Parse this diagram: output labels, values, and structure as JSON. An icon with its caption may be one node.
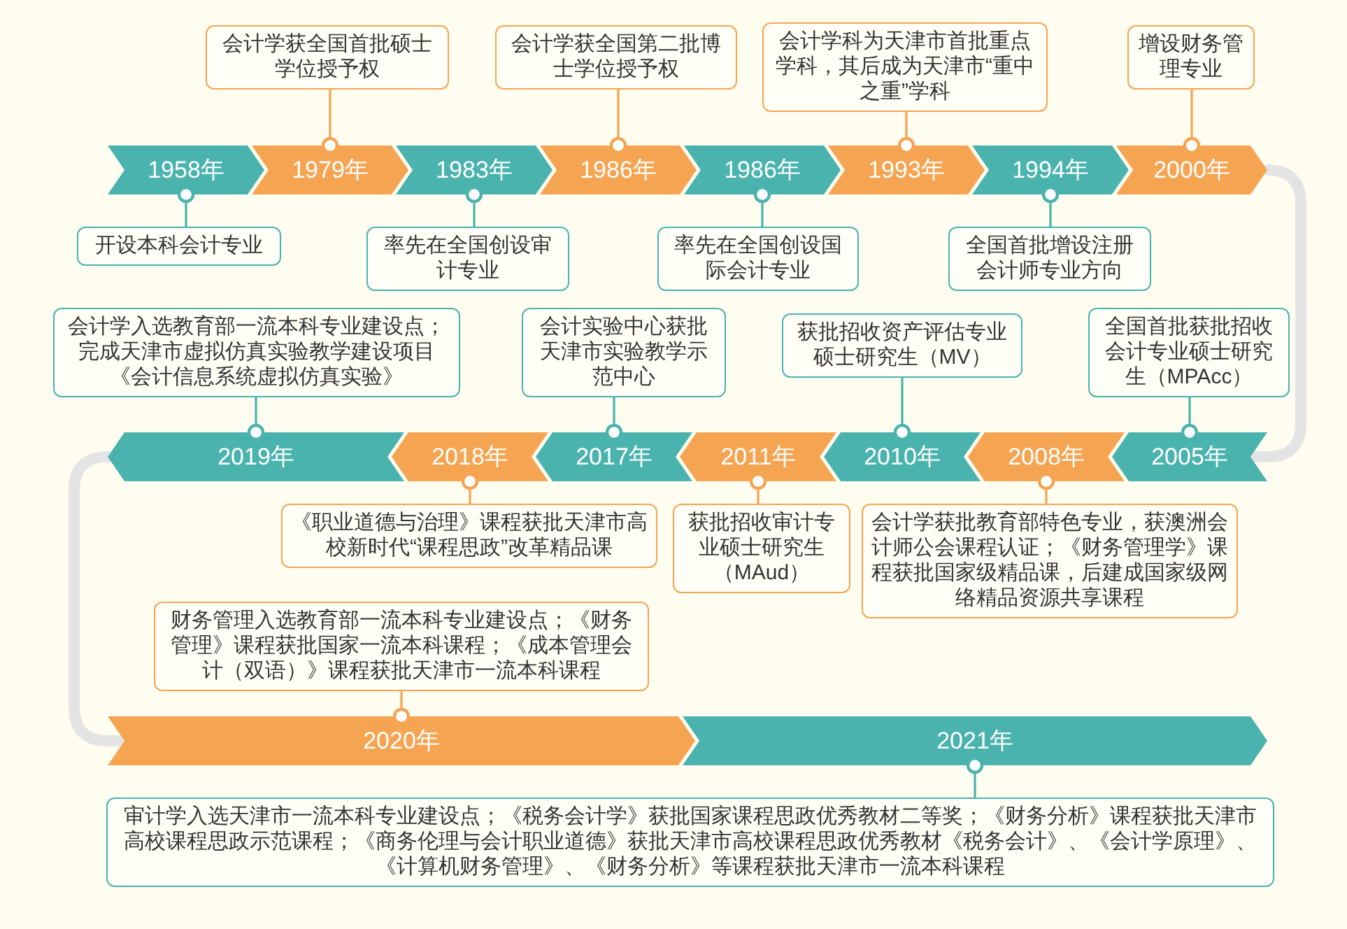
{
  "diagram": {
    "nodes": [
      {
        "text": [
          "会计学获全国首批硕士学位授予权"
        ]
      },
      {
        "text": [
          "会计学获全国第二批博士学位授予权"
        ]
      },
      {
        "text": [
          "会计学科为天津市首批重点学科，其后成为天津市“重中之重”学科"
        ]
      },
      {
        "text": [
          "增设财务管理专业"
        ]
      },
      {
        "text": [
          "1958年"
        ]
      },
      {
        "text": [
          "1979年"
        ]
      },
      {
        "text": [
          "1983年"
        ]
      },
      {
        "text": [
          "1986年"
        ]
      },
      {
        "text": [
          "1986年"
        ]
      },
      {
        "text": [
          "1993年"
        ]
      },
      {
        "text": [
          "1994年"
        ]
      },
      {
        "text": [
          "2000年"
        ]
      },
      {
        "text": [
          "开设本科会计专业"
        ]
      },
      {
        "text": [
          "率先在全国创设审计专业"
        ]
      },
      {
        "text": [
          "率先在全国创设国际会计专业"
        ]
      },
      {
        "text": [
          "全国首批增设注册会计师专业方向"
        ]
      },
      {
        "text": [
          "会计学入选教育部一流本科专业建设点；完成天津市虚拟仿真实验教学建设项目《会计信息系统虚拟仿真实验》"
        ]
      },
      {
        "text": [
          "会计实验中心获批天津市实验教学示范中心"
        ]
      },
      {
        "text": [
          "获批招收资产评估专业硕士研究生（MV）"
        ]
      },
      {
        "text": [
          "全国首批获批招收会计专业硕士研究生（MPAcc）"
        ]
      },
      {
        "text": [
          "2019年"
        ]
      },
      {
        "text": [
          "2018年"
        ]
      },
      {
        "text": [
          "2017年"
        ]
      },
      {
        "text": [
          "2011年"
        ]
      },
      {
        "text": [
          "2010年"
        ]
      },
      {
        "text": [
          "2008年"
        ]
      },
      {
        "text": [
          "2005年"
        ]
      },
      {
        "text": [
          "《职业道德与治理》课程获批天津市高校新时代“课程思政”改革精品课"
        ]
      },
      {
        "text": [
          "获批招收审计专业硕士研究生（MAud）"
        ]
      },
      {
        "text": [
          "会计学获批教育部特色专业，获澳洲会计师公会课程认证；《财务管理学》课程获批国家级精品课，后建成国家级网络精品资源共享课程"
        ]
      },
      {
        "text": [
          "财务管理入选教育部一流本科专业建设点；《财务管理》课程获批国家一流本科课程；《成本管理会计（双语）》课程获批天津市一流本科课程"
        ]
      },
      {
        "text": [
          "2020年"
        ]
      },
      {
        "text": [
          "2021年"
        ]
      },
      {
        "text": [
          "审计学入选天津市一流本科专业建设点；《税务会计学》获批国家课程思政优秀教材二等奖；《财务分析》课程获批天津市高校课程思政示范课程；《商务伦理与会计职业道德》获批天津市高校课程思政优秀教材《税务会计》、《会计学原理》、《计算机财务管理》、《财务分析》等课程获批天津市一流本科课程"
        ]
      }
    ],
    "edges": [
      {
        "from": 5,
        "to": 0,
        "arrow": "other",
        "color": "#f5a552"
      },
      {
        "from": 7,
        "to": 1,
        "arrow": "other",
        "color": "#f5a552"
      },
      {
        "from": 9,
        "to": 2,
        "arrow": "other",
        "color": "#f5a552"
      },
      {
        "from": 11,
        "to": 3,
        "arrow": "other",
        "color": "#f5a552"
      },
      {
        "from": 4,
        "to": 12,
        "arrow": "other"
      },
      {
        "from": 6,
        "to": 13,
        "arrow": "other"
      },
      {
        "from": 8,
        "to": 14,
        "arrow": "other"
      },
      {
        "from": 10,
        "to": 15,
        "arrow": "other"
      },
      {
        "from": 11,
        "to": 26,
        "arrow": "none",
        "style": "thick",
        "color": "#e4e4e4"
      },
      {
        "from": 20,
        "to": 16,
        "arrow": "other"
      },
      {
        "from": 22,
        "to": 17,
        "arrow": "other"
      },
      {
        "from": 24,
        "to": 18,
        "arrow": "other"
      },
      {
        "from": 26,
        "to": 19,
        "arrow": "other"
      },
      {
        "from": 21,
        "to": 27,
        "arrow": "other",
        "color": "#f5a552"
      },
      {
        "from": 23,
        "to": 28,
        "arrow": "other",
        "color": "#f5a552"
      },
      {
        "from": 25,
        "to": 29,
        "arrow": "other",
        "color": "#f5a552"
      },
      {
        "from": 20,
        "to": 31,
        "arrow": "none",
        "style": "thick",
        "color": "#e4e4e4"
      },
      {
        "from": 31,
        "to": 30,
        "arrow": "other",
        "color": "#f5a552"
      },
      {
        "from": 32,
        "to": 33,
        "arrow": "other"
      }
    ]
  }
}
